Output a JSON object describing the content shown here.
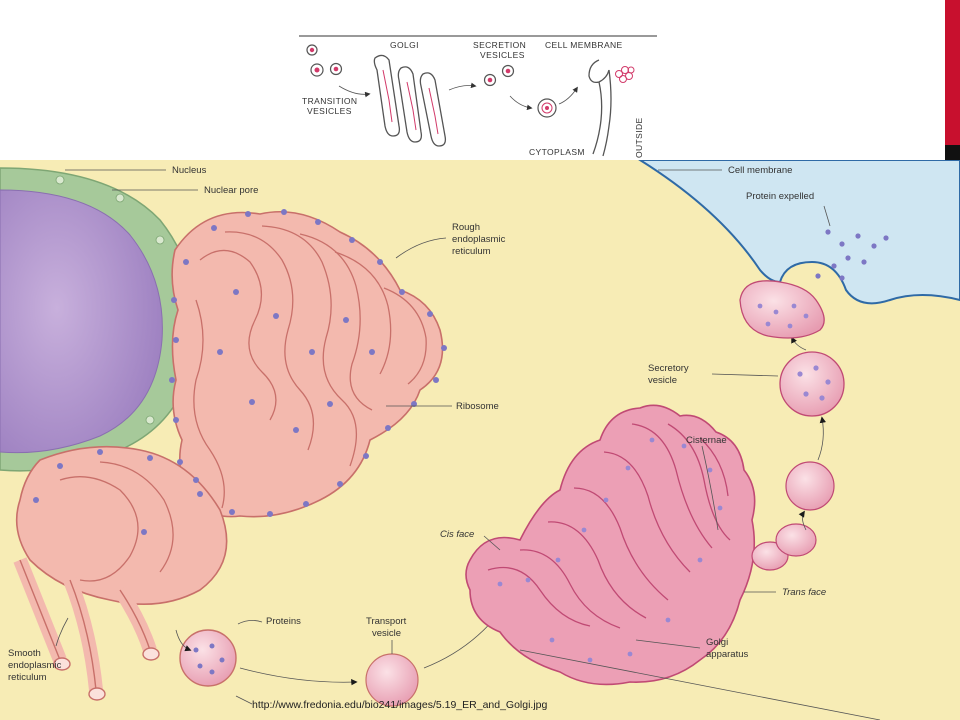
{
  "top_diagram": {
    "labels": {
      "golgi": "GOLGI",
      "secretion_1": "SECRETION",
      "secretion_2": "VESICLES",
      "cell_membrane": "CELL MEMBRANE",
      "transition_1": "TRANSITION",
      "transition_2": "VESICLES",
      "cytoplasm": "CYTOPLASM",
      "outside": "OUTSIDE"
    }
  },
  "main_diagram": {
    "labels": {
      "nucleus": "Nucleus",
      "nuclear_pore": "Nuclear pore",
      "rough_er_1": "Rough",
      "rough_er_2": "endoplasmic",
      "rough_er_3": "reticulum",
      "ribosome": "Ribosome",
      "cell_membrane": "Cell membrane",
      "protein_expelled": "Protein expelled",
      "secretory_1": "Secretory",
      "secretory_2": "vesicle",
      "cisternae": "Cisternae",
      "cis_face": "Cis face",
      "trans_face": "Trans face",
      "proteins": "Proteins",
      "transport_1": "Transport",
      "transport_2": "vesicle",
      "golgi_1": "Golgi",
      "golgi_2": "apparatus",
      "smooth_1": "Smooth",
      "smooth_2": "endoplasmic",
      "smooth_3": "reticulum"
    },
    "source_url": "http://www.fredonia.edu/bio241/images/5.19_ER_and_Golgi.jpg"
  },
  "colors": {
    "accent_bar": "#c8102e",
    "cytoplasm_bg": "#f7ecb5",
    "extracellular": "#cfe6f2",
    "nucleus": "#b79ad0",
    "envelope": "#a6c99a",
    "er": "#f3b9ae",
    "golgi": "#ec9fb5",
    "ribosome": "#7d77c4"
  }
}
